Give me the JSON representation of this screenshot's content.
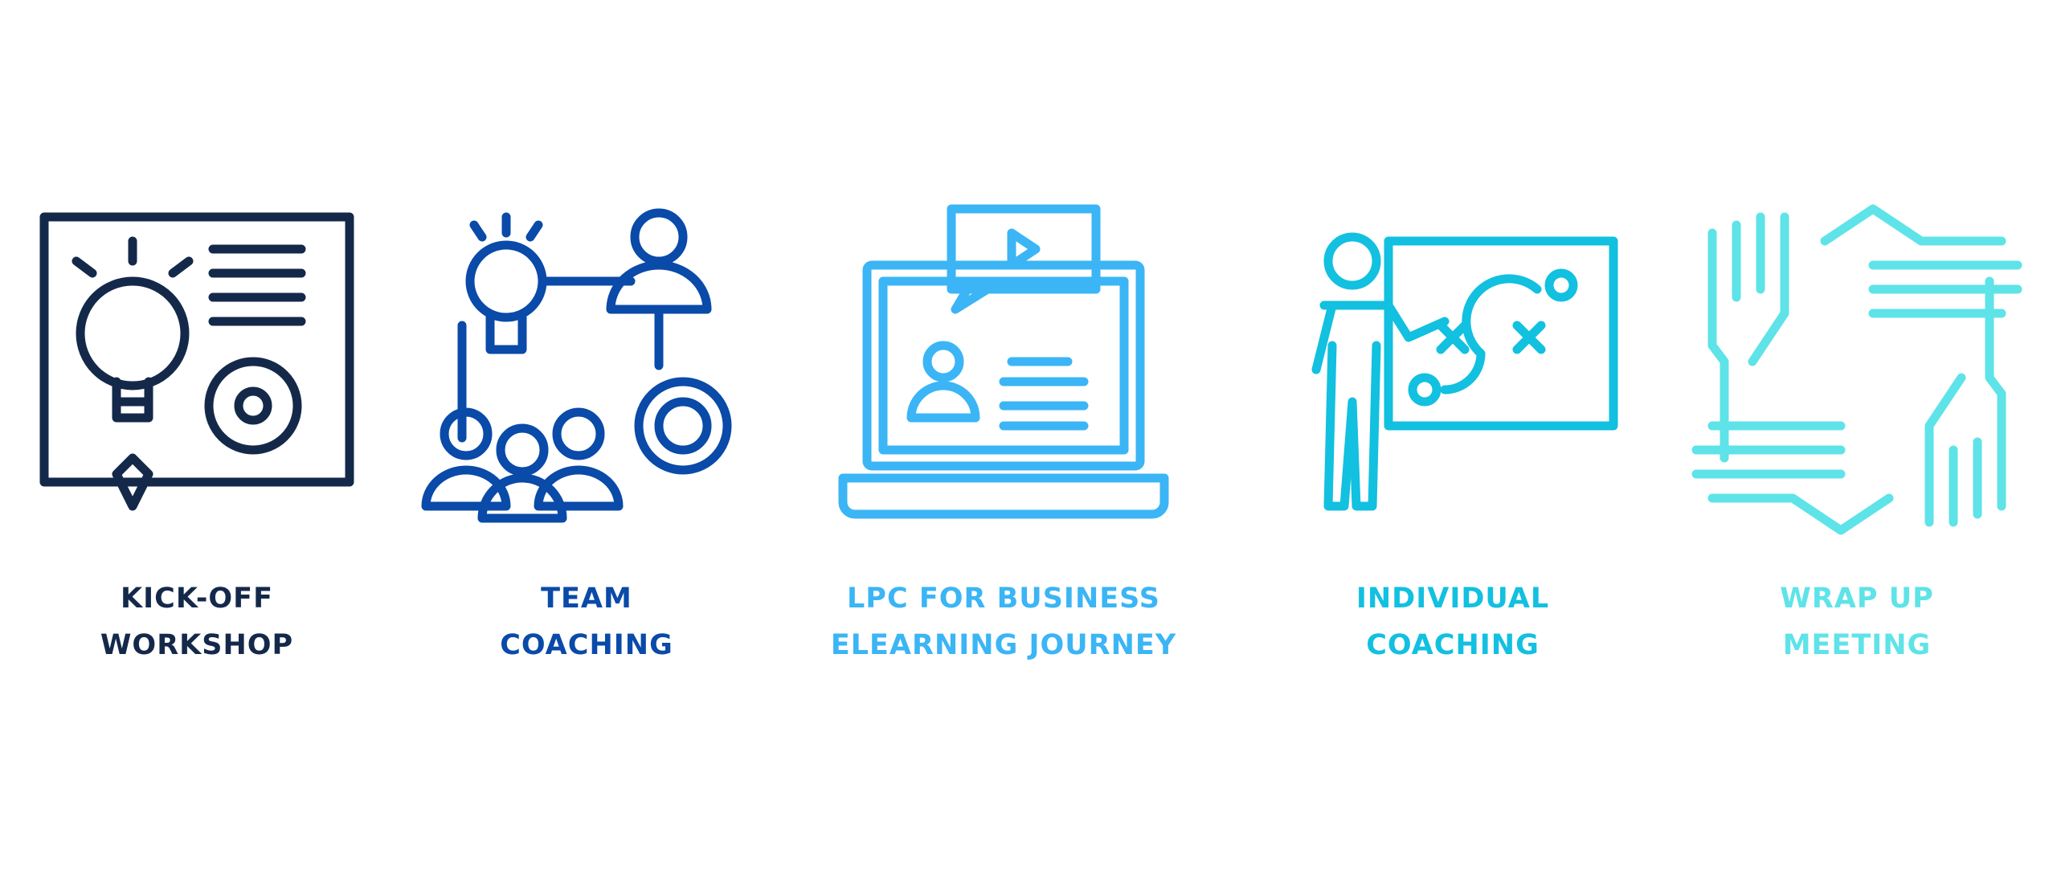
{
  "steps": [
    {
      "line1": "KICK-OFF",
      "line2": "WORKSHOP",
      "color": "#14294a",
      "icon": "lightbulb-gear-board-icon"
    },
    {
      "line1": "TEAM",
      "line2": "COACHING",
      "color": "#0a4aa8",
      "icon": "team-idea-gear-icon"
    },
    {
      "line1": "LPC FOR BUSINESS",
      "line2": "ELEARNING JOURNEY",
      "color": "#3bb5f5",
      "icon": "laptop-video-icon"
    },
    {
      "line1": "INDIVIDUAL",
      "line2": "COACHING",
      "color": "#12c0e0",
      "icon": "coach-board-icon"
    },
    {
      "line1": "WRAP UP",
      "line2": "MEETING",
      "color": "#5ee3e8",
      "icon": "hands-together-icon"
    }
  ]
}
